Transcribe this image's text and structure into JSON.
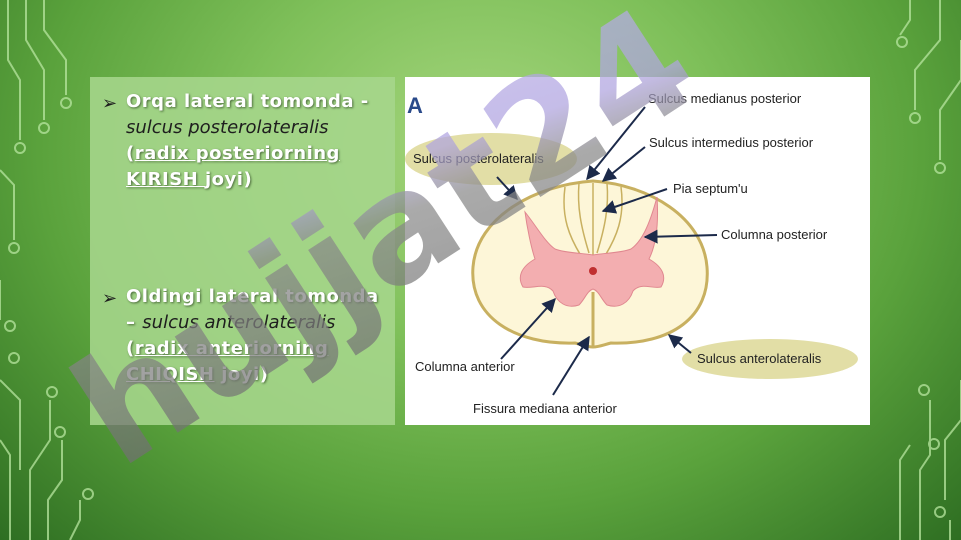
{
  "bullets": [
    {
      "p1": "Orqa lateral tomonda",
      "p2": " - ",
      "p3": "sulcus posterolateralis",
      "p4": " (",
      "p5": "radix posteriorning KIRISH ",
      "p6": "joyi",
      "p7": ")"
    },
    {
      "p1": "Oldingi lateral tomonda",
      "p2": " – ",
      "p3": "sulcus anterolateralis",
      "p4": " (",
      "p5": "radix anteriorning CHIQISH",
      "p6": " joyi",
      "p7": ")"
    }
  ],
  "figure": {
    "panel_letter": "A",
    "labels": {
      "sulcus_medianus_posterior": "Sulcus medianus posterior",
      "sulcus_posterolateralis": "Sulcus posterolateralis",
      "sulcus_intermedius_posterior": "Sulcus intermedius posterior",
      "pia_septum": "Pia septum'u",
      "columna_posterior": "Columna posterior",
      "columna_anterior": "Columna anterior",
      "sulcus_anterolateralis": "Sulcus anterolateralis",
      "fissura_mediana_anterior": "Fissura mediana anterior"
    }
  },
  "watermark": "hujjat24",
  "colors": {
    "background": "#7fc05a",
    "panel": "#a6d68c",
    "grey_matter": "#f2a7a7",
    "white_matter": "#fdf8e0",
    "label_ellipse": "#e0dca0",
    "watermark_purple": "#b0a4e0",
    "watermark_grey": "#707070"
  }
}
